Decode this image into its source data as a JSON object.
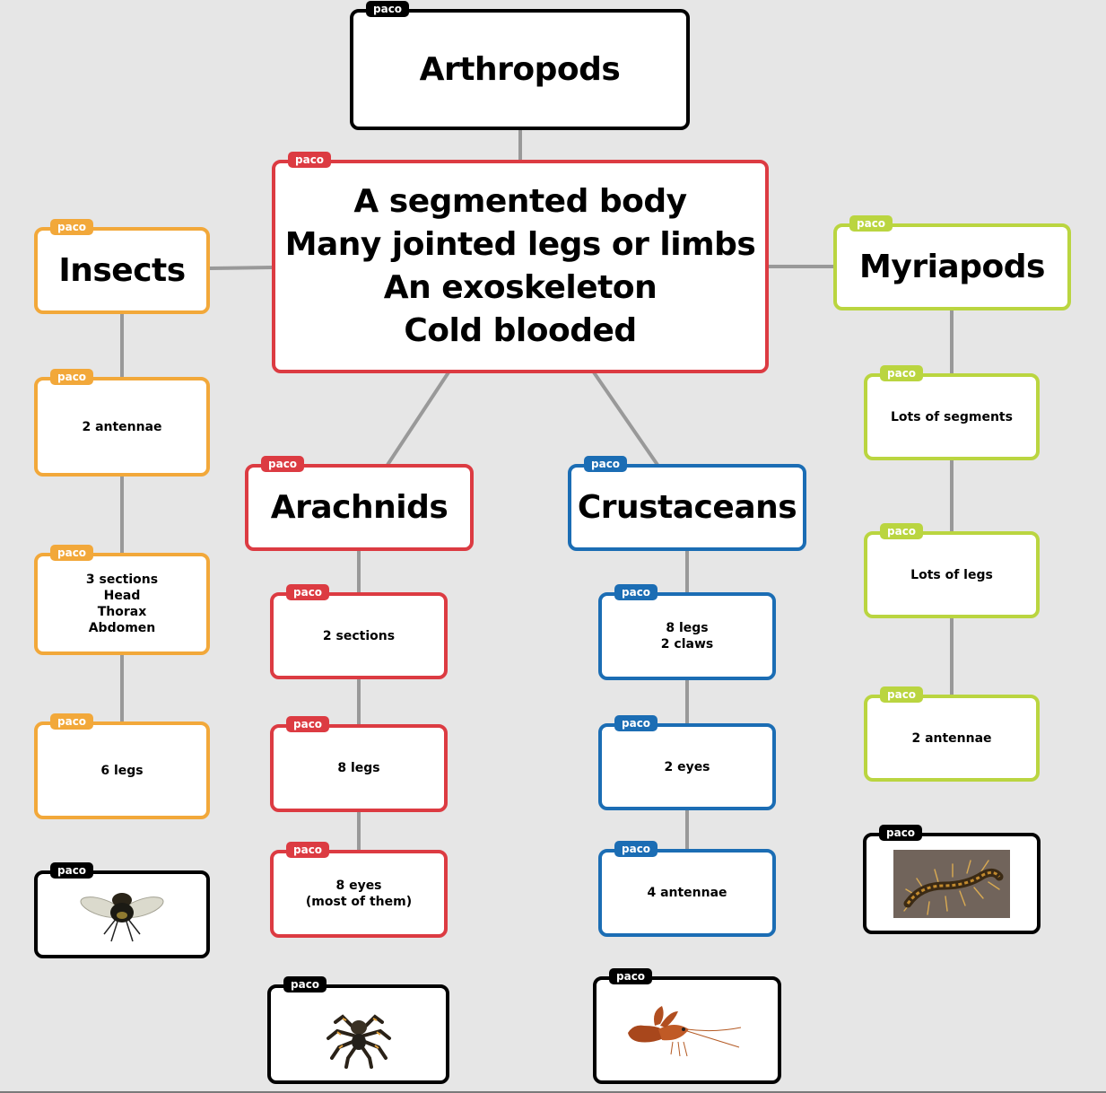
{
  "tag_label": "paco",
  "colors": {
    "black": "#000000",
    "red": "#dc3b42",
    "orange": "#f2a83a",
    "green": "#bad540",
    "blue": "#1b6db4",
    "connector": "#999999",
    "background": "#e6e6e6"
  },
  "nodes": {
    "arthropods": "Arthropods",
    "characteristics": "A segmented body\nMany jointed legs or limbs\nAn exoskeleton\nCold blooded",
    "insects": "Insects",
    "insects_antennae": "2 antennae",
    "insects_sections": "3 sections\nHead\nThorax\nAbdomen",
    "insects_legs": "6 legs",
    "arachnids": "Arachnids",
    "arachnids_sections": "2 sections",
    "arachnids_legs": "8 legs",
    "arachnids_eyes": "8 eyes\n(most of them)",
    "crustaceans": "Crustaceans",
    "crustaceans_legs": "8 legs\n2 claws",
    "crustaceans_eyes": "2 eyes",
    "crustaceans_antennae": "4 antennae",
    "myriapods": "Myriapods",
    "myriapods_segments": "Lots of segments",
    "myriapods_legs": "Lots of legs",
    "myriapods_antennae": "2 antennae"
  },
  "images": {
    "fly": "fly-photo",
    "spider": "tarantula-photo",
    "crayfish": "crayfish-photo",
    "centipede": "centipede-photo"
  }
}
